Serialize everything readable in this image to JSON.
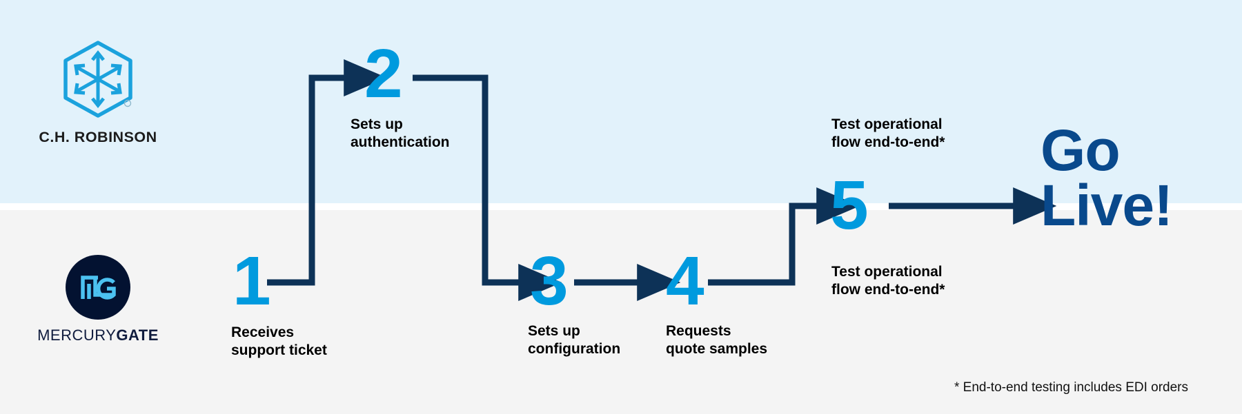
{
  "theme": {
    "band_top_color": "#e2f2fb",
    "band_bottom_color": "#f4f4f4",
    "accent_light_blue": "#009ade",
    "connector_navy": "#0d3257",
    "go_live_navy": "#09498c",
    "mg_circle_navy": "#031231",
    "label_black": "#000000"
  },
  "logos": {
    "carrier": {
      "icon": "ch-robinson-hexagon-cube-icon",
      "wordmark": "C.H. ROBINSON"
    },
    "tms": {
      "icon": "mercurygate-mg-monogram-icon",
      "wordmark_light": "MERCURY",
      "wordmark_bold": "GATE"
    }
  },
  "steps": [
    {
      "number": "1",
      "label": "Receives\nsupport ticket",
      "lane": "bottom"
    },
    {
      "number": "2",
      "label": "Sets up\nauthentication",
      "lane": "top"
    },
    {
      "number": "3",
      "label": "Sets up\nconfiguration",
      "lane": "bottom"
    },
    {
      "number": "4",
      "label": "Requests\nquote samples",
      "lane": "bottom"
    },
    {
      "number": "5",
      "label_top": "Test operational\nflow end-to-end*",
      "label_bottom": "Test operational\nflow end-to-end*",
      "lane": "both"
    }
  ],
  "outcome": {
    "text": "Go\nLive!"
  },
  "footnote": {
    "text": "* End-to-end testing includes EDI orders"
  }
}
